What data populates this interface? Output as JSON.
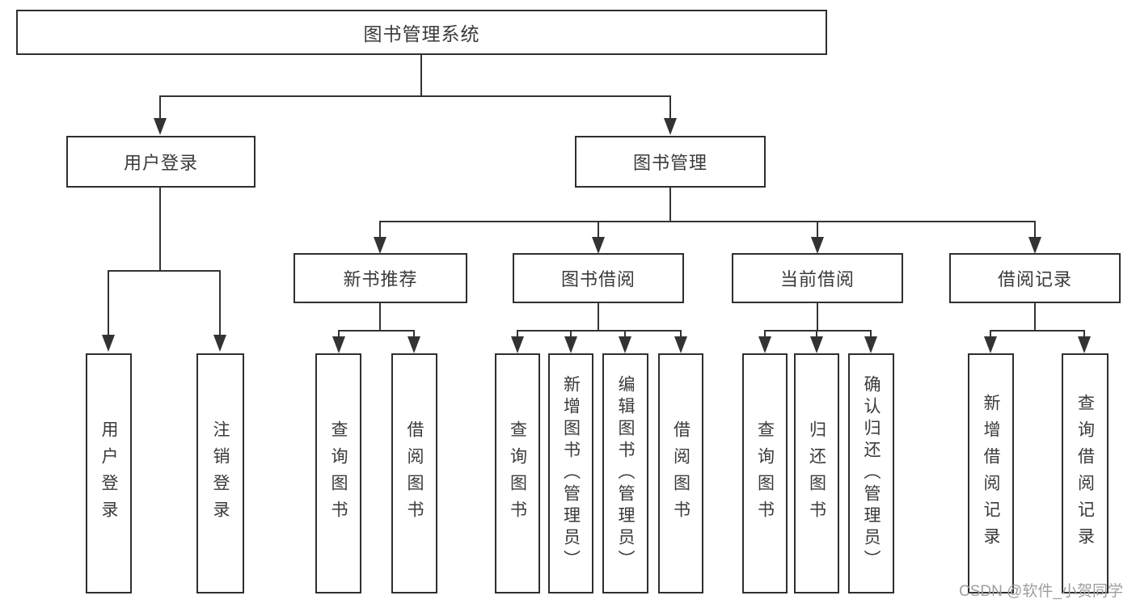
{
  "diagram_type": "hierarchy-tree",
  "colors": {
    "background": "#ffffff",
    "box_border": "#2f2f2f",
    "connector": "#333333",
    "text": "#3a3a3a",
    "watermark": "#9e9e9e"
  },
  "tree": {
    "root": "图书管理系统",
    "children": [
      {
        "label": "用户登录",
        "children": [
          "用户登录",
          "注销登录"
        ]
      },
      {
        "label": "图书管理",
        "children": [
          {
            "label": "新书推荐",
            "children": [
              "查询图书",
              "借阅图书"
            ]
          },
          {
            "label": "图书借阅",
            "children": [
              "查询图书",
              "新增图书（管理员）",
              "编辑图书（管理员）",
              "借阅图书"
            ]
          },
          {
            "label": "当前借阅",
            "children": [
              "查询图书",
              "归还图书",
              "确认归还（管理员）"
            ]
          },
          {
            "label": "借阅记录",
            "children": [
              "新增借阅记录",
              "查询借阅记录"
            ]
          }
        ]
      }
    ]
  },
  "watermark": {
    "text": "CSDN @软件_小贺同学"
  }
}
